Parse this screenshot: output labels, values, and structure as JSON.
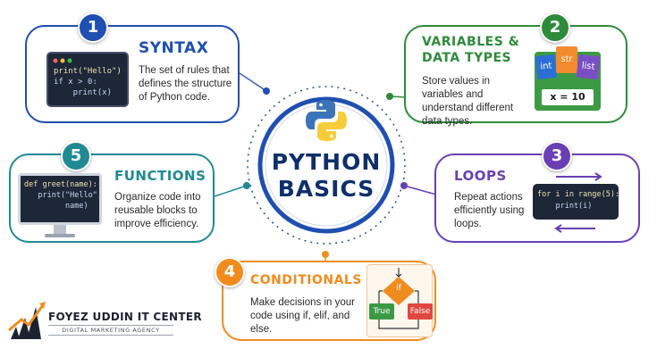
{
  "center": {
    "line1": "PYTHON",
    "line2": "BASICS"
  },
  "cards": [
    {
      "number": "1",
      "title": "SYNTAX",
      "description": "The set of rules that defines the structure of Python code.",
      "code": [
        "print(\"Hello\")",
        "if x > 0:",
        "    print(x)"
      ],
      "color": "#1f4fb0"
    },
    {
      "number": "2",
      "title_line1": "VARIABLES &",
      "title_line2": "DATA TYPES",
      "description": "Store values in variables and understand different data types.",
      "tags": [
        "int",
        "str",
        "list"
      ],
      "assignment": "x = 10",
      "color": "#2e8b3a"
    },
    {
      "number": "3",
      "title": "LOOPS",
      "description": "Repeat actions efficiently using loops.",
      "code": [
        "for i in range(5):",
        "    print(i)"
      ],
      "color": "#6a3fb5"
    },
    {
      "number": "4",
      "title": "CONDITIONALS",
      "description": "Make decisions in your code using if, elif, and else.",
      "flow": {
        "decision": "if",
        "true_label": "True",
        "false_label": "False"
      },
      "color": "#f08c1e"
    },
    {
      "number": "5",
      "title": "FUNCTIONS",
      "description": "Organize code into reusable blocks to improve efficiency.",
      "code": [
        "def greet(name):",
        "   print(\"Hello\",",
        "         name)"
      ],
      "color": "#1f8a94"
    }
  ],
  "brand": {
    "name": "FOYEZ UDDIN IT CENTER",
    "tagline": "DIGITAL MARKETING AGENCY"
  }
}
